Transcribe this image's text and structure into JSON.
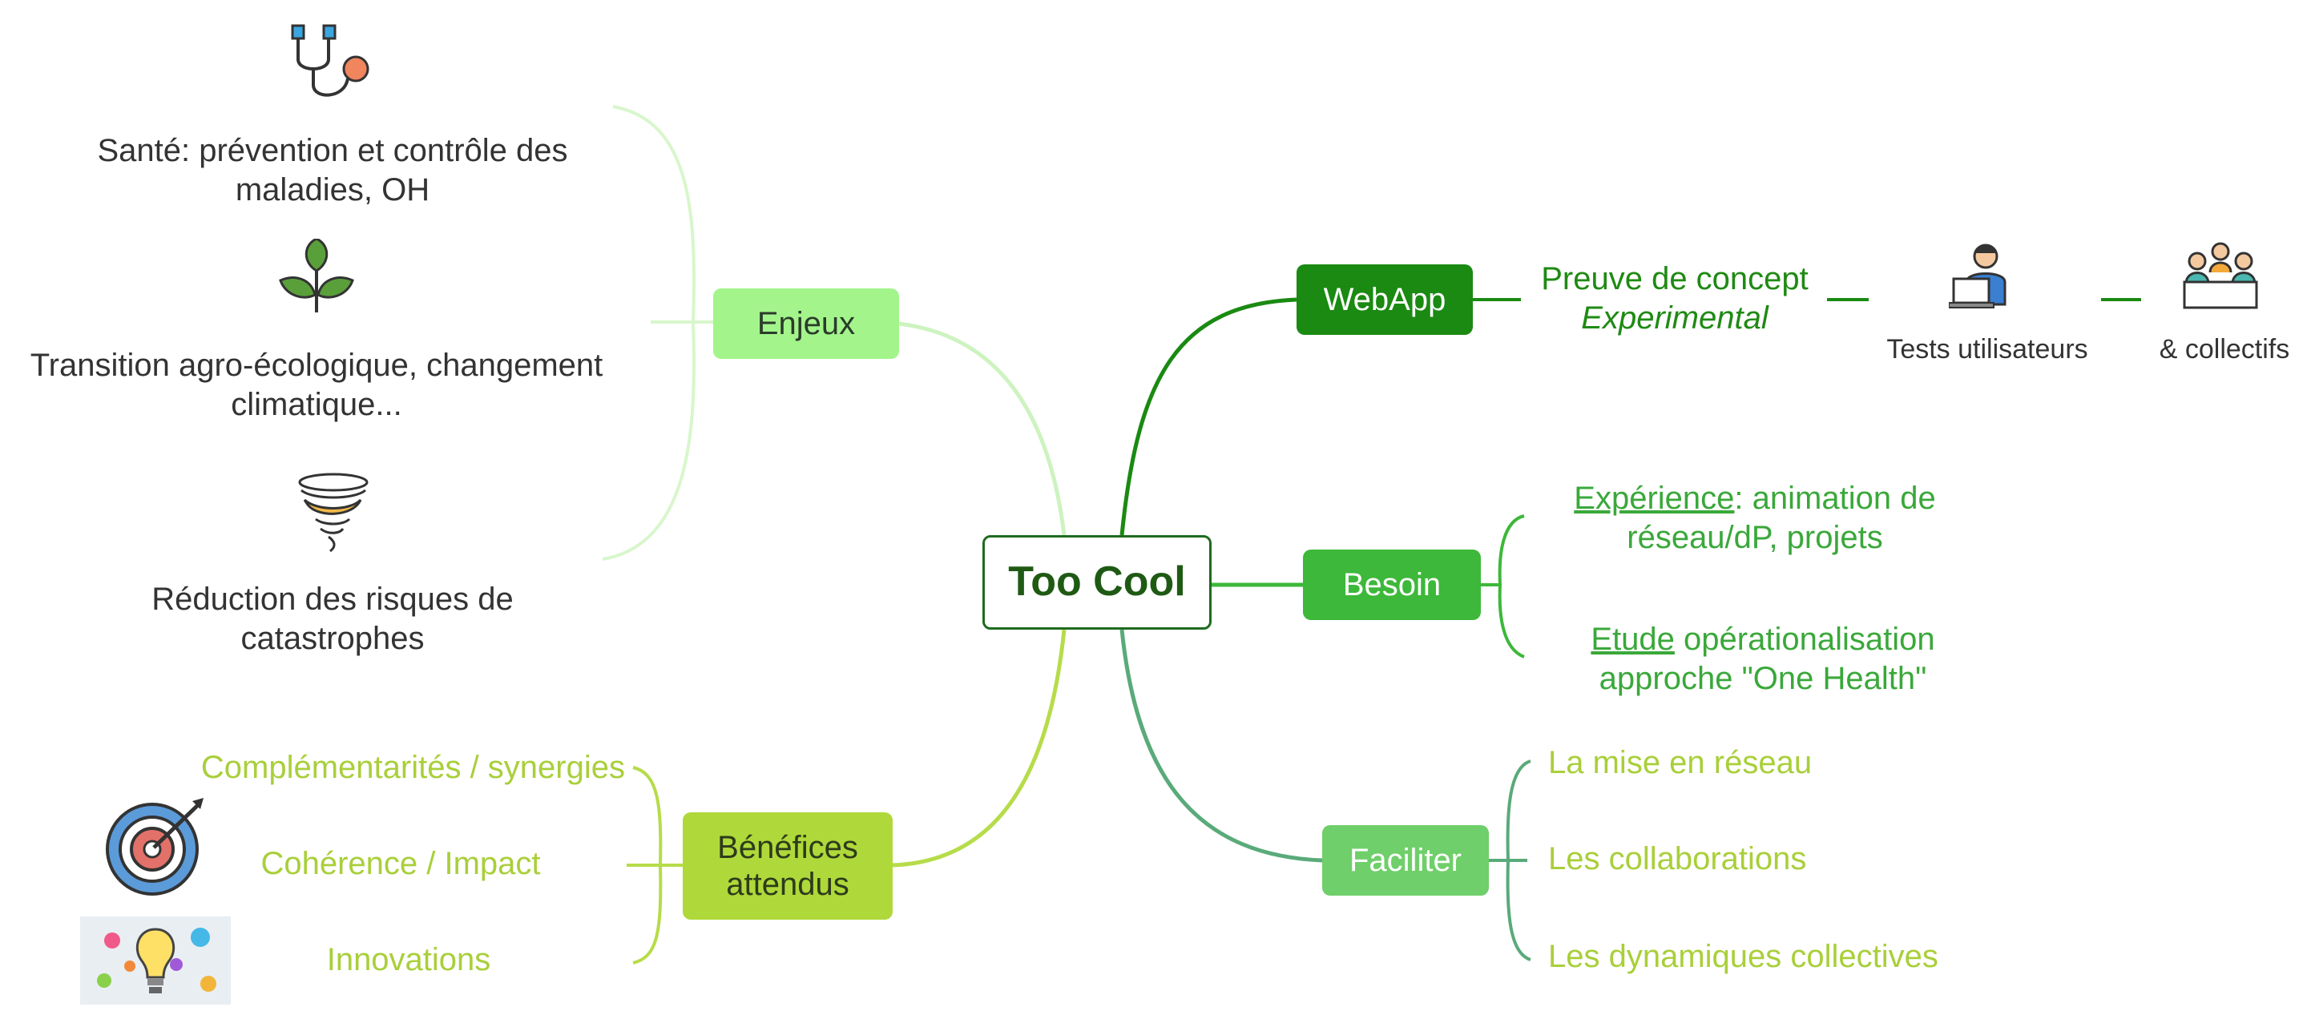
{
  "center": {
    "label": "Too Cool"
  },
  "colors": {
    "enjeux": "#a3f58b",
    "benefices": "#afd93a",
    "webapp": "#1a8a12",
    "besoin": "#3db83a",
    "faciliter": "#6fcf6a"
  },
  "enjeux": {
    "label": "Enjeux",
    "items": [
      {
        "text": "Santé: prévention et contrôle des maladies, OH",
        "icon": "stethoscope-icon"
      },
      {
        "text": "Transition agro-écologique, changement climatique...",
        "icon": "plant-icon"
      },
      {
        "text": "Réduction des risques de catastrophes",
        "icon": "tornado-icon"
      }
    ]
  },
  "benefices": {
    "label": "Bénéfices attendus",
    "items": [
      {
        "text": "Complémentarités / synergies"
      },
      {
        "text": "Cohérence / Impact",
        "icon": "target-icon"
      },
      {
        "text": "Innovations",
        "icon": "lightbulb-image"
      }
    ]
  },
  "webapp": {
    "label": "WebApp",
    "proof_line1": "Preuve de concept",
    "proof_line2": "Experimental",
    "user_tests": "Tests utilisateurs",
    "collectifs": "& collectifs"
  },
  "besoin": {
    "label": "Besoin",
    "item1_underlined": "Expérience",
    "item1_rest_a": ": animation de",
    "item1_rest_b": "réseau/dP, projets",
    "item2_underlined": "Etude",
    "item2_rest_a": " opérationalisation",
    "item2_rest_b": "approche \"One Health\""
  },
  "faciliter": {
    "label": "Faciliter",
    "items": [
      {
        "text": "La mise en réseau"
      },
      {
        "text": "Les collaborations"
      },
      {
        "text": "Les dynamiques collectives"
      }
    ]
  }
}
